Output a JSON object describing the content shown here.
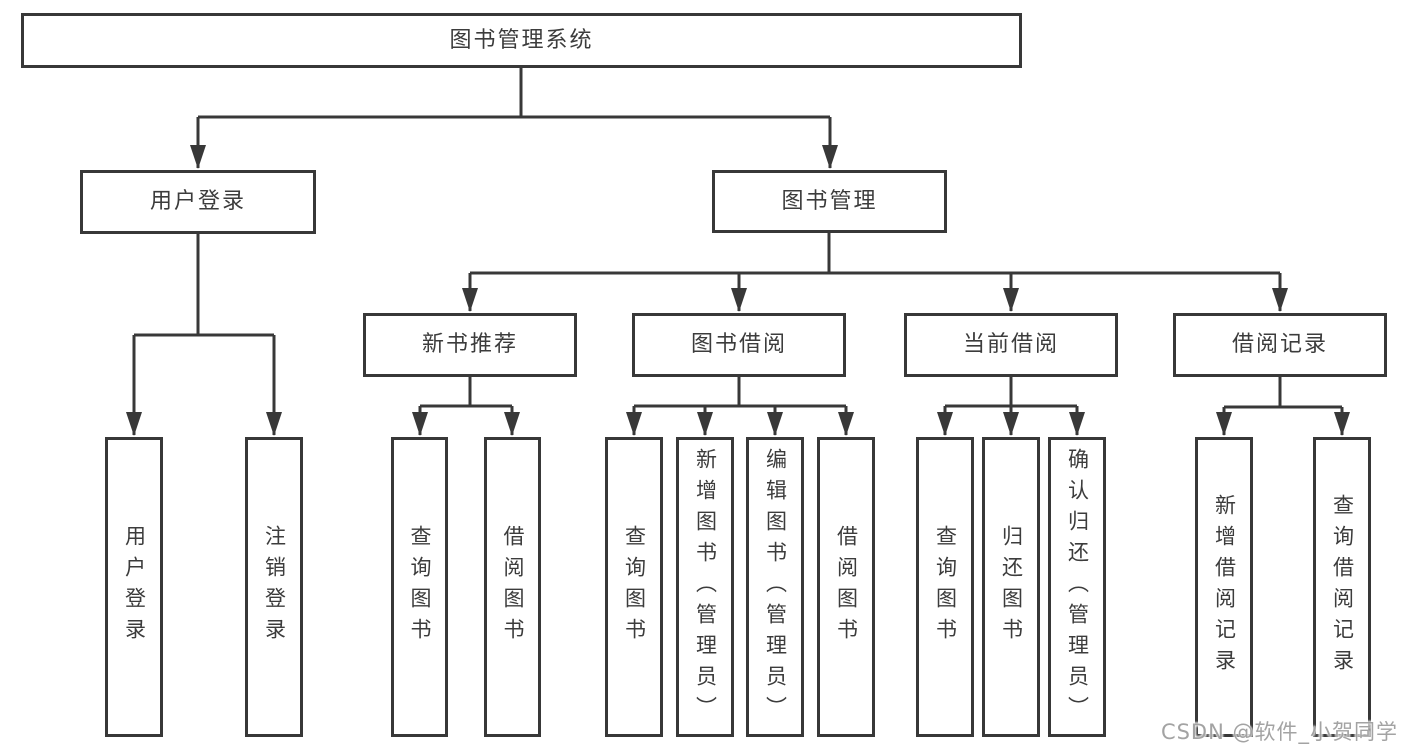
{
  "diagram": {
    "root": {
      "label": "图书管理系统"
    },
    "level1": [
      {
        "label": "用户登录"
      },
      {
        "label": "图书管理"
      }
    ],
    "level2": [
      {
        "label": "新书推荐"
      },
      {
        "label": "图书借阅"
      },
      {
        "label": "当前借阅"
      },
      {
        "label": "借阅记录"
      }
    ],
    "leaves": {
      "user_login": [
        {
          "label": "用户登录"
        },
        {
          "label": "注销登录"
        }
      ],
      "new_book": [
        {
          "label": "查询图书"
        },
        {
          "label": "借阅图书"
        }
      ],
      "book_borrow": [
        {
          "label": "查询图书"
        },
        {
          "label": "新增图书（管理员）"
        },
        {
          "label": "编辑图书（管理员）"
        },
        {
          "label": "借阅图书"
        }
      ],
      "current_borrow": [
        {
          "label": "查询图书"
        },
        {
          "label": "归还图书"
        },
        {
          "label": "确认归还（管理员）"
        }
      ],
      "borrow_records": [
        {
          "label": "新增借阅记录"
        },
        {
          "label": "查询借阅记录"
        }
      ]
    },
    "watermark": "CSDN @软件_小贺同学",
    "colors": {
      "line": "#383838",
      "text": "#3c3c3c",
      "watermark": "#a3a3a3",
      "background": "#ffffff"
    }
  }
}
